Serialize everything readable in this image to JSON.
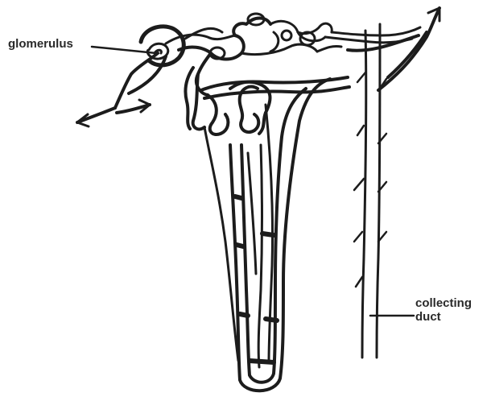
{
  "labels": {
    "glomerulus": "glomerulus",
    "collecting_duct_line1": "collecting",
    "collecting_duct_line2": "duct"
  }
}
